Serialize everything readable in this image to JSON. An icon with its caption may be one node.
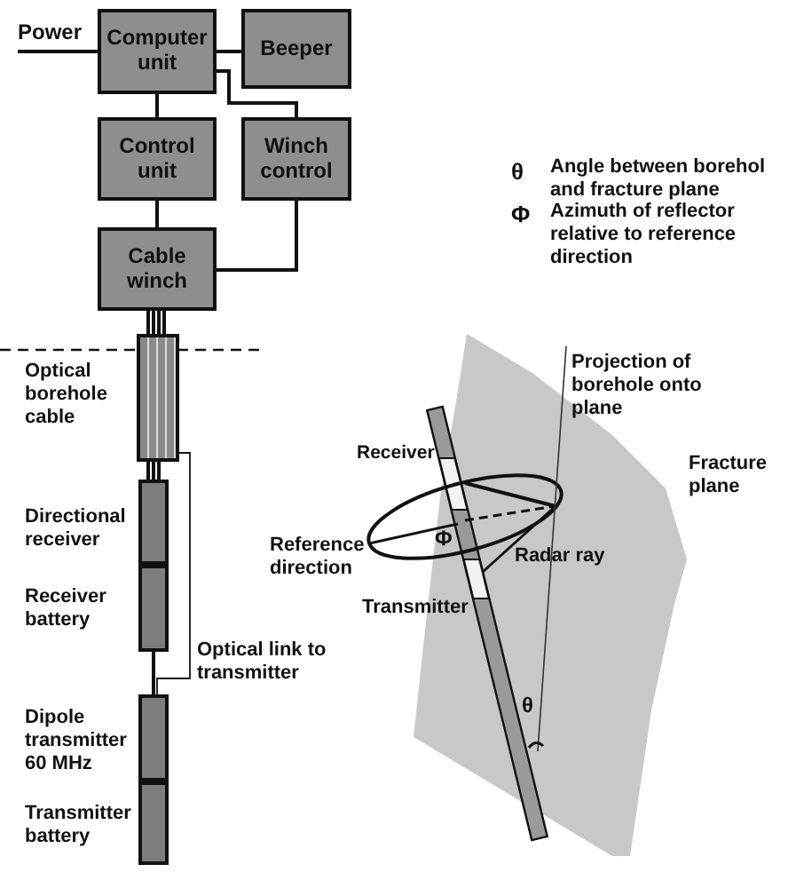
{
  "diagram": {
    "nodes": [
      {
        "text": [
          "Computer unit"
        ]
      },
      {
        "text": [
          "Beeper"
        ]
      },
      {
        "text": [
          "Control unit"
        ]
      },
      {
        "text": [
          "Winch control"
        ]
      },
      {
        "text": [
          "Cable winch"
        ]
      },
      {
        "text": [
          "Power"
        ]
      },
      {
        "text": [],
        "shape": "bar",
        "beside": [
          "Optical borehole cable"
        ]
      },
      {
        "text": [],
        "shape": "bar",
        "beside": [
          "Directional receiver"
        ]
      },
      {
        "text": [],
        "shape": "bar",
        "beside": [
          "Receiver battery"
        ]
      },
      {
        "text": [],
        "shape": "bar",
        "beside": [
          "Dipole transmitter 60 MHz"
        ]
      },
      {
        "text": [],
        "shape": "bar",
        "beside": [
          "Transmitter battery"
        ]
      }
    ],
    "edges": [
      {
        "from": 5,
        "to": 0,
        "arrow": "none"
      },
      {
        "from": 0,
        "to": 1,
        "arrow": "none"
      },
      {
        "from": 0,
        "to": 3,
        "arrow": "none"
      },
      {
        "from": 0,
        "to": 2,
        "arrow": "none"
      },
      {
        "from": 2,
        "to": 4,
        "arrow": "none"
      },
      {
        "from": 3,
        "to": 4,
        "arrow": "none"
      },
      {
        "from": 4,
        "to": 6,
        "arrow": "none"
      },
      {
        "from": 6,
        "to": 7,
        "arrow": "none"
      },
      {
        "from": 8,
        "to": 9,
        "arrow": "none"
      },
      {
        "from": 6,
        "to": 9,
        "arrow": "none",
        "label": "Optical link to transmitter"
      }
    ],
    "labels": [
      "θ",
      "Angle between borehol and fracture plane",
      "Φ",
      "Azimuth of reflector relative to reference direction",
      "Projection of borehole onto plane",
      "Receiver",
      "Fracture plane",
      "Reference direction",
      "Φ",
      "Radar ray",
      "Transmitter",
      "θ"
    ]
  }
}
